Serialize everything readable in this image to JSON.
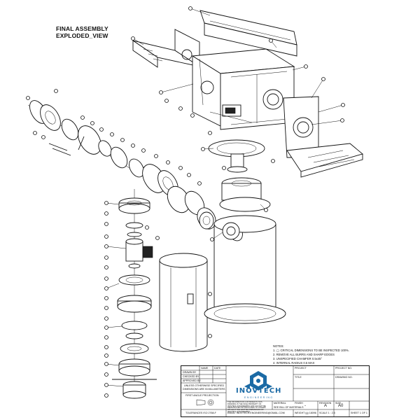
{
  "drawing": {
    "title_line1": "FINAL ASSEMBLY",
    "title_line2": "EXPLODED_VIEW"
  },
  "notes": {
    "heading": "NOTES:",
    "items": [
      "1. ◯ CRITICAL DIMENSIONS TO BE INSPECTED 100%.",
      "2. REMOVE ALL BURRS AND SHARP EDGES",
      "3. UNSPECIFIED CHAMFER 0.5x45°",
      "4. INTERNAL RADIUS 0.5 MAX"
    ]
  },
  "title_block": {
    "name_label": "NAME",
    "date_label": "DATE",
    "drawn_by": "DRAWN BY",
    "checked_by": "CHECKED BY",
    "approved_by": "APPROVED BY",
    "units_note_1": "UNLESS OTHERWISE SPECIFIED",
    "units_note_2": "DIMENSIONS ARE IN MILLIMETERS",
    "projection": "FIRST ANGLE PROJECTION",
    "tolerances": "TOLERANCES ISO 2768-F",
    "company_logo": "INOVTECH",
    "company_sub": "ENGINEERING",
    "confidential": "THE INFORMATION CONTAINED IN THIS DRAWING IS THE SOLE PROPERTY OF INOVTECH ENGINEERING AND CAN NOT BE REPRODUCED OR DISCLOSED TO OTHERS WITHOUT THE WRITTEN PERMISSION OF INOVTECH ENGINEERING.",
    "email": "EMAIL: INOVTECH.ENGINEERING@GMAIL.COM",
    "material_label": "MATERIAL",
    "material_value": "SEE BILL OF MATERIALS",
    "finish_label": "FINISH",
    "finish_value": "-",
    "project_label": "PROJECT",
    "project_no_label": "PROJECT NO.",
    "title_label": "TITLE",
    "drawing_no_label": "DRAWING NO.",
    "revision_label": "REVISION",
    "revision_value": "A",
    "size_label": "SIZE",
    "size_value": "A0",
    "weight": "WEIGHT (g) 18096",
    "scale": "SCALE 1 : 2.5",
    "sheet": "SHEET 1 OF 1"
  },
  "colors": {
    "line": "#111111",
    "logo_blue": "#1b6aa5"
  }
}
